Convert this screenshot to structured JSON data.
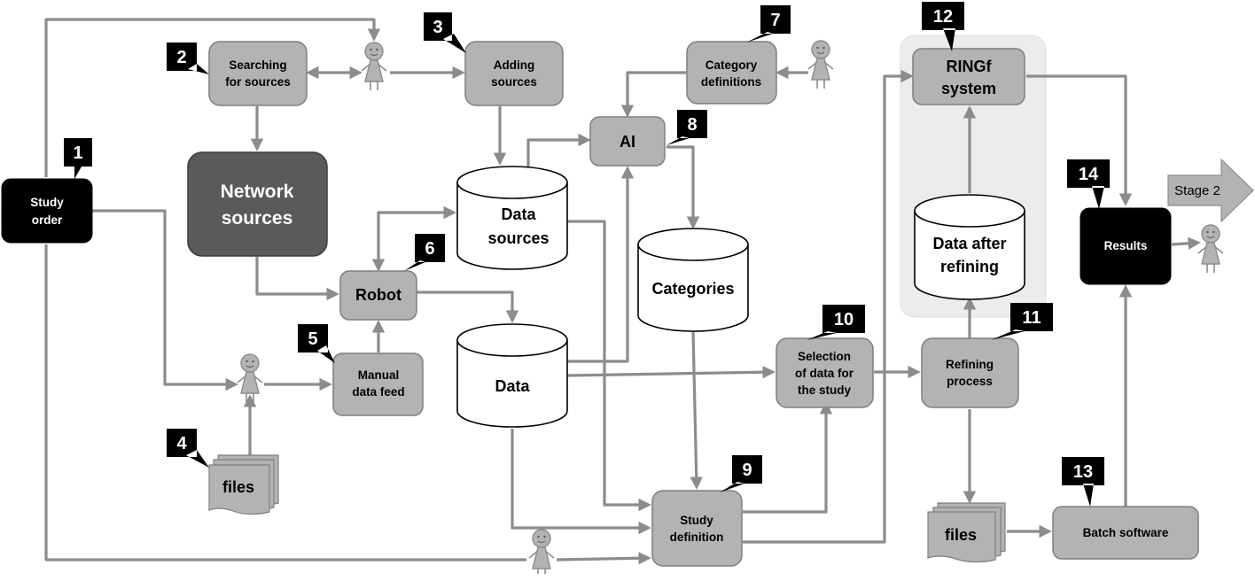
{
  "nodes": {
    "study_order": [
      "Study",
      "order"
    ],
    "searching": [
      "Searching",
      "for sources"
    ],
    "adding": [
      "Adding",
      "sources"
    ],
    "category_defs": [
      "Category",
      "definitions"
    ],
    "ringf": [
      "RINGf",
      "system"
    ],
    "network": [
      "Network",
      "sources"
    ],
    "ai": "AI",
    "data_sources": [
      "Data",
      "sources"
    ],
    "robot": "Robot",
    "categories": "Categories",
    "data": "Data",
    "manual_feed": [
      "Manual",
      "data feed"
    ],
    "files_left": "files",
    "selection": [
      "Selection",
      "of data for",
      "the study"
    ],
    "refining": [
      "Refining",
      "process"
    ],
    "data_after": [
      "Data after",
      "refining"
    ],
    "results": "Results",
    "stage2": "Stage 2",
    "study_def": [
      "Study",
      "definition"
    ],
    "files_right": "files",
    "batch": "Batch software"
  },
  "markers": [
    "1",
    "2",
    "3",
    "4",
    "5",
    "6",
    "7",
    "8",
    "9",
    "10",
    "11",
    "12",
    "13",
    "14"
  ],
  "colors": {
    "box_fill": "#b3b3b3",
    "network_fill": "#5a5a5a",
    "black": "#000000",
    "arrow": "#8c8c8c",
    "highlight_panel": "#ebebeb"
  }
}
